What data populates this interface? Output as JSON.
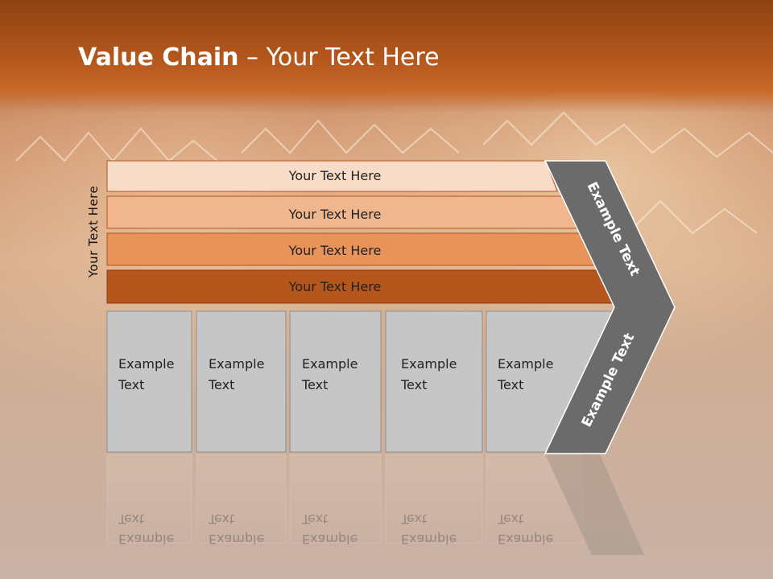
{
  "slide": {
    "title_bold": "Value Chain",
    "title_rest": " – Your Text Here",
    "side_label": "Your Text Here"
  },
  "bands": [
    {
      "label": "Your Text Here",
      "color": "#f7dcc8"
    },
    {
      "label": "Your Text Here",
      "color": "#f0b78e"
    },
    {
      "label": "Your Text Here",
      "color": "#e8935a"
    },
    {
      "label": "Your Text Here",
      "color": "#b5561c"
    }
  ],
  "boxes": [
    {
      "line1": "Example",
      "line2": "Text"
    },
    {
      "line1": "Example",
      "line2": "Text"
    },
    {
      "line1": "Example",
      "line2": "Text"
    },
    {
      "line1": "Example",
      "line2": "Text"
    },
    {
      "line1": "Example",
      "line2": "Text"
    }
  ],
  "chevron": {
    "upper_text": "Example Text",
    "lower_text": "Example Text",
    "color": "#6b6b6b"
  },
  "colors": {
    "box_fill": "#c6c6c6",
    "box_stroke": "#8f8f8f"
  }
}
